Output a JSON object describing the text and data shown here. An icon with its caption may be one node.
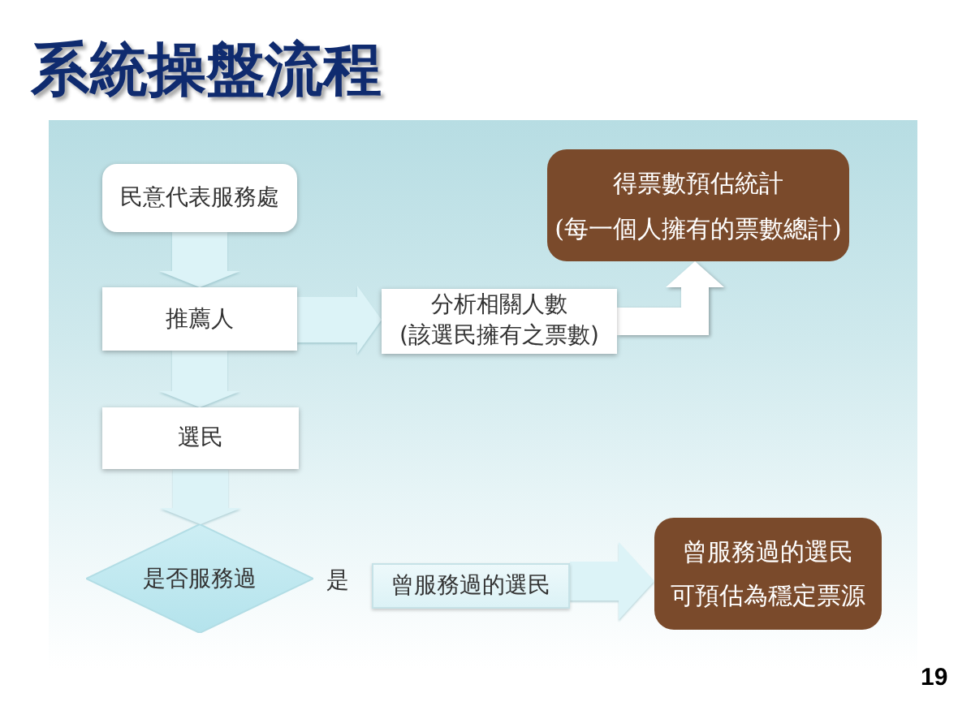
{
  "diagram": {
    "title": "系統操盤流程",
    "nodes": [
      {
        "text": [
          "民意代表服務處"
        ]
      },
      {
        "text": [
          "推薦人"
        ]
      },
      {
        "text": [
          "分析相關人數",
          "(該選民擁有之票數)"
        ]
      },
      {
        "text": [
          "得票數預估統計",
          "(每一個人擁有的票數總計)"
        ]
      },
      {
        "text": [
          "選民"
        ]
      },
      {
        "text": [
          "是否服務過"
        ]
      },
      {
        "text": [
          "曾服務過的選民"
        ]
      },
      {
        "text": [
          "曾服務過的選民",
          "可預估為穩定票源"
        ]
      }
    ],
    "edges": [
      {
        "from": 0,
        "to": 1,
        "arrow": "to"
      },
      {
        "from": 1,
        "to": 2,
        "arrow": "to"
      },
      {
        "from": 2,
        "to": 3,
        "arrow": "to",
        "color": "#ffffff"
      },
      {
        "from": 1,
        "to": 4,
        "arrow": "to"
      },
      {
        "from": 4,
        "to": 5,
        "arrow": "to"
      },
      {
        "from": 6,
        "to": 7,
        "arrow": "to"
      }
    ],
    "labels": [
      "是",
      "19"
    ]
  }
}
